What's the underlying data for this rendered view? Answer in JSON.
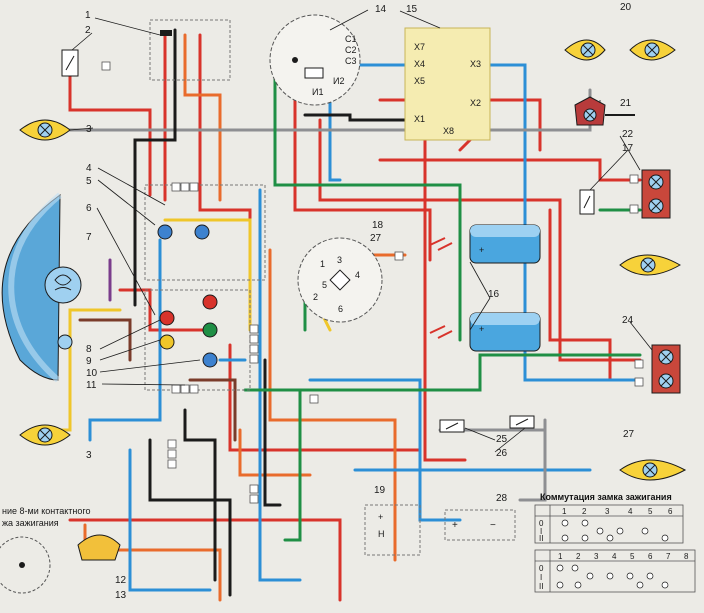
{
  "callouts": [
    "1",
    "2",
    "3",
    "4",
    "5",
    "6",
    "7",
    "8",
    "9",
    "10",
    "11",
    "3",
    "12",
    "13",
    "14",
    "15",
    "16",
    "17",
    "18",
    "19",
    "20",
    "21",
    "22",
    "24",
    "25",
    "26",
    "27",
    "27",
    "28"
  ],
  "module15_pins": {
    "x7": "X7",
    "x4": "X4",
    "x5": "X5",
    "x1": "X1",
    "x3": "X3",
    "x2": "X2",
    "x8": "X8"
  },
  "distributor14": {
    "c1": "C1",
    "c2": "C2",
    "c3": "C3",
    "i1": "И1",
    "i2": "И2"
  },
  "switch_pins": [
    "1",
    "2",
    "3",
    "4",
    "5",
    "6"
  ],
  "switch_marks": {
    "h": "H",
    "plus": "+"
  },
  "battery28": {
    "plus": "+",
    "minus": "−"
  },
  "ignition_table": {
    "title": "Коммутация замка зажигания",
    "upper_header": [
      "1",
      "2",
      "3",
      "4",
      "5",
      "6"
    ],
    "upper_rows": [
      "0",
      "I",
      "II"
    ],
    "lower_header": [
      "1",
      "2",
      "3",
      "4",
      "5",
      "6",
      "7",
      "8"
    ],
    "lower_rows": [
      "0",
      "I",
      "II"
    ]
  },
  "left_note": [
    "ние 8-ми контактного",
    "жа зажигания"
  ],
  "colors": {
    "red": "#d8332b",
    "orange": "#e96b2c",
    "blue": "#2c8fd6",
    "black": "#1b1b1b",
    "green": "#1f8f45",
    "yellow": "#efc62a",
    "brown": "#7a3b2a",
    "grey": "#8e8f92",
    "violet": "#7a3d8c"
  }
}
